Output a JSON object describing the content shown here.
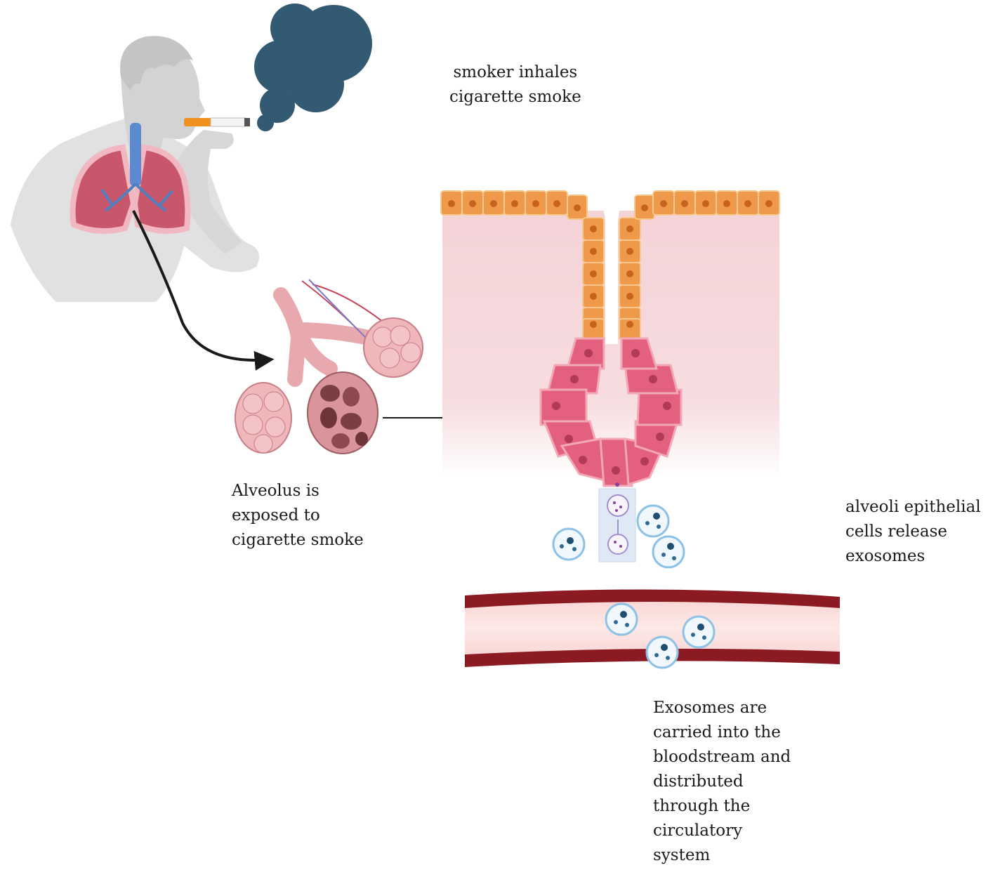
{
  "labels": {
    "smoker": [
      "smoker inhales",
      "cigarette smoke"
    ],
    "alveolus": [
      "Alveolus is",
      "exposed to",
      "cigarette smoke"
    ],
    "epithelial": [
      "alveoli epithelial",
      "cells release",
      "exosomes"
    ],
    "bloodstream": [
      "Exosomes are",
      "carried into the",
      "bloodstream and",
      "distributed",
      "through the",
      "circulatory",
      "system"
    ]
  },
  "colors": {
    "smoke": "#335a73",
    "skin": "#d9d9d9",
    "lung": "#c8566a",
    "trachea": "#4f7fc0",
    "squamous_cell": "#ef9a4a",
    "alveolar_cell": "#e3607e",
    "tissue": "#f3d3d7",
    "vessel_wall": "#8b1a22",
    "vessel_lumen": "#fbe3e1",
    "exosome_fill": "#f1f8fd",
    "exosome_dot": "#1e4f72",
    "arrow": "#1a1a1a"
  }
}
